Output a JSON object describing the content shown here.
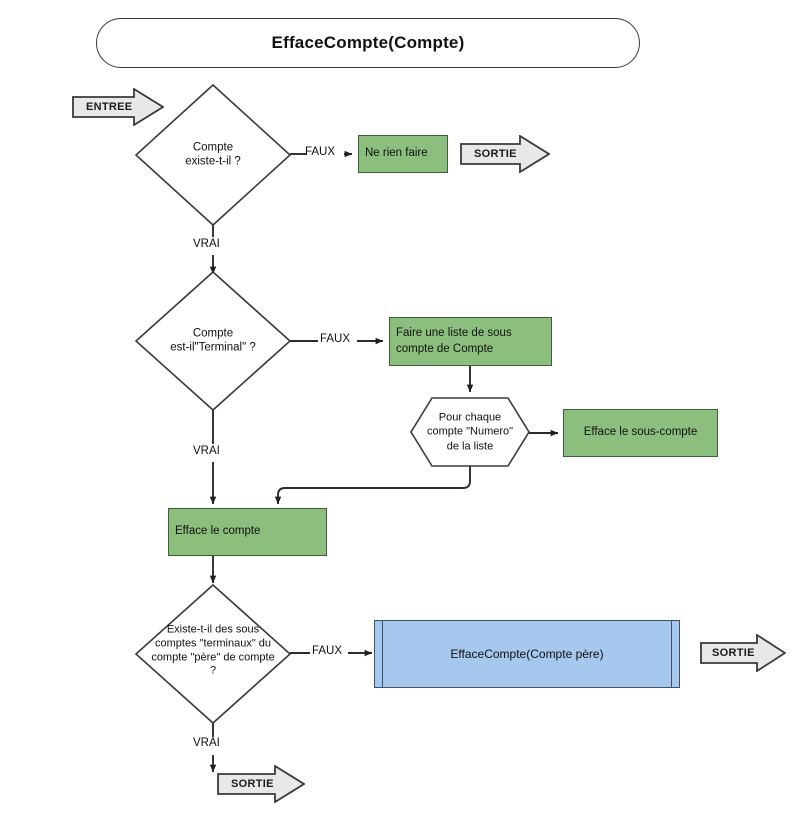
{
  "diagram": {
    "title": "EffaceCompte(Compte)",
    "colors": {
      "process_fill": "#8cbf7e",
      "process_stroke": "#3f5f3a",
      "subroutine_fill": "#a6c8ee",
      "subroutine_stroke": "#3d4f6b",
      "banner_fill": "#e8e8e8",
      "banner_stroke": "#3a3a3a",
      "line": "#2b2b2b",
      "shape_stroke": "#3a3a3a",
      "background": "#ffffff"
    },
    "terminals": {
      "entree": "ENTREE",
      "sortie_1": "SORTIE",
      "sortie_2": "SORTIE",
      "sortie_3": "SORTIE"
    },
    "decisions": [
      {
        "id": "d1",
        "text": "Compte\nexiste-t-il ?"
      },
      {
        "id": "d2",
        "text": "Compte\nest-il\"Terminal\" ?"
      },
      {
        "id": "d3",
        "text": "Existe-t-il des sous\ncomptes \"terminaux\" du\ncompte \"père\"  de compte\n?"
      }
    ],
    "loop": {
      "id": "h1",
      "text": "Pour chaque\ncompte \"Numero\"\nde la liste"
    },
    "processes": [
      {
        "id": "p1",
        "text": "Ne rien faire"
      },
      {
        "id": "p2",
        "text": "Faire une liste de sous\ncompte  de Compte"
      },
      {
        "id": "p3",
        "text": "Efface le sous-compte"
      },
      {
        "id": "p4",
        "text": "Efface le compte"
      }
    ],
    "subroutine": {
      "id": "s1",
      "text": "EffaceCompte(Compte père)"
    },
    "edge_labels": {
      "d1_false": "FAUX",
      "d1_true": "VRAI",
      "d2_false": "FAUX",
      "d2_true": "VRAI",
      "d3_false": "FAUX",
      "d3_true": "VRAI"
    }
  }
}
